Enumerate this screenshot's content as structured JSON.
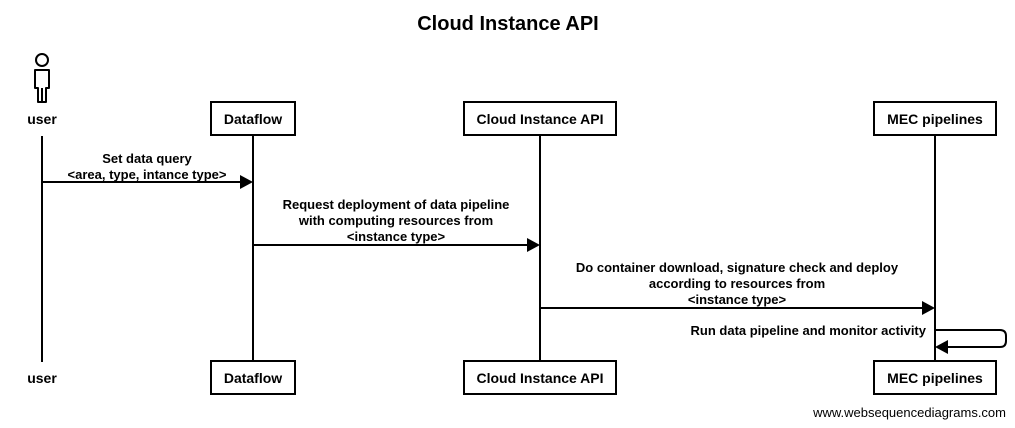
{
  "title": "Cloud Instance API",
  "participants": {
    "user": "user",
    "dataflow": "Dataflow",
    "api": "Cloud Instance API",
    "mec": "MEC pipelines"
  },
  "messages": [
    {
      "from": "user",
      "to": "Dataflow",
      "lines": [
        "Set data query",
        "<area, type, intance type>"
      ]
    },
    {
      "from": "Dataflow",
      "to": "Cloud Instance API",
      "lines": [
        "Request deployment of data pipeline",
        "with computing resources from",
        "<instance type>"
      ]
    },
    {
      "from": "Cloud Instance API",
      "to": "MEC pipelines",
      "lines": [
        "Do container download, signature check and deploy",
        "according to resources from",
        "<instance type>"
      ]
    },
    {
      "from": "MEC pipelines",
      "to": "MEC pipelines",
      "lines": [
        "Run data pipeline and monitor activity"
      ]
    }
  ],
  "footer": "www.websequencediagrams.com"
}
